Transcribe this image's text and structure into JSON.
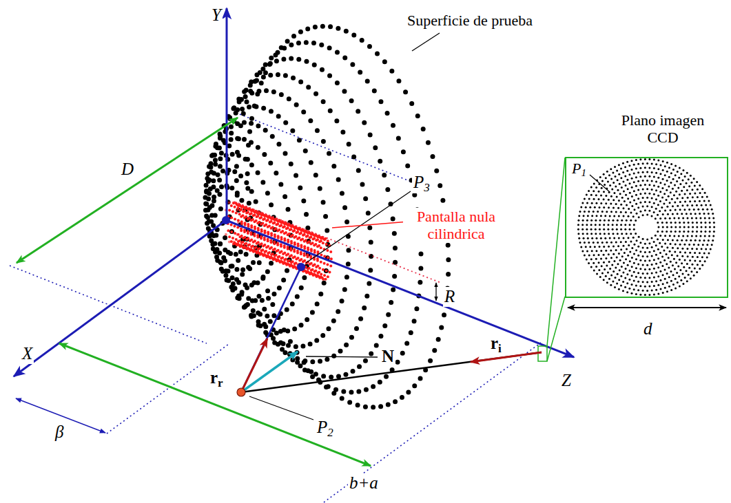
{
  "diagram": {
    "nodes": [
      {
        "text": [
          "Plano imagen CCD",
          "P1"
        ]
      }
    ],
    "labels": [
      "Y",
      "Superficie de prueba",
      "D",
      "P3",
      "Pantalla nula cilindrica",
      "R",
      "X",
      "N",
      "ri",
      "rr",
      "Z",
      "β",
      "P2",
      "b+a",
      "d"
    ]
  }
}
